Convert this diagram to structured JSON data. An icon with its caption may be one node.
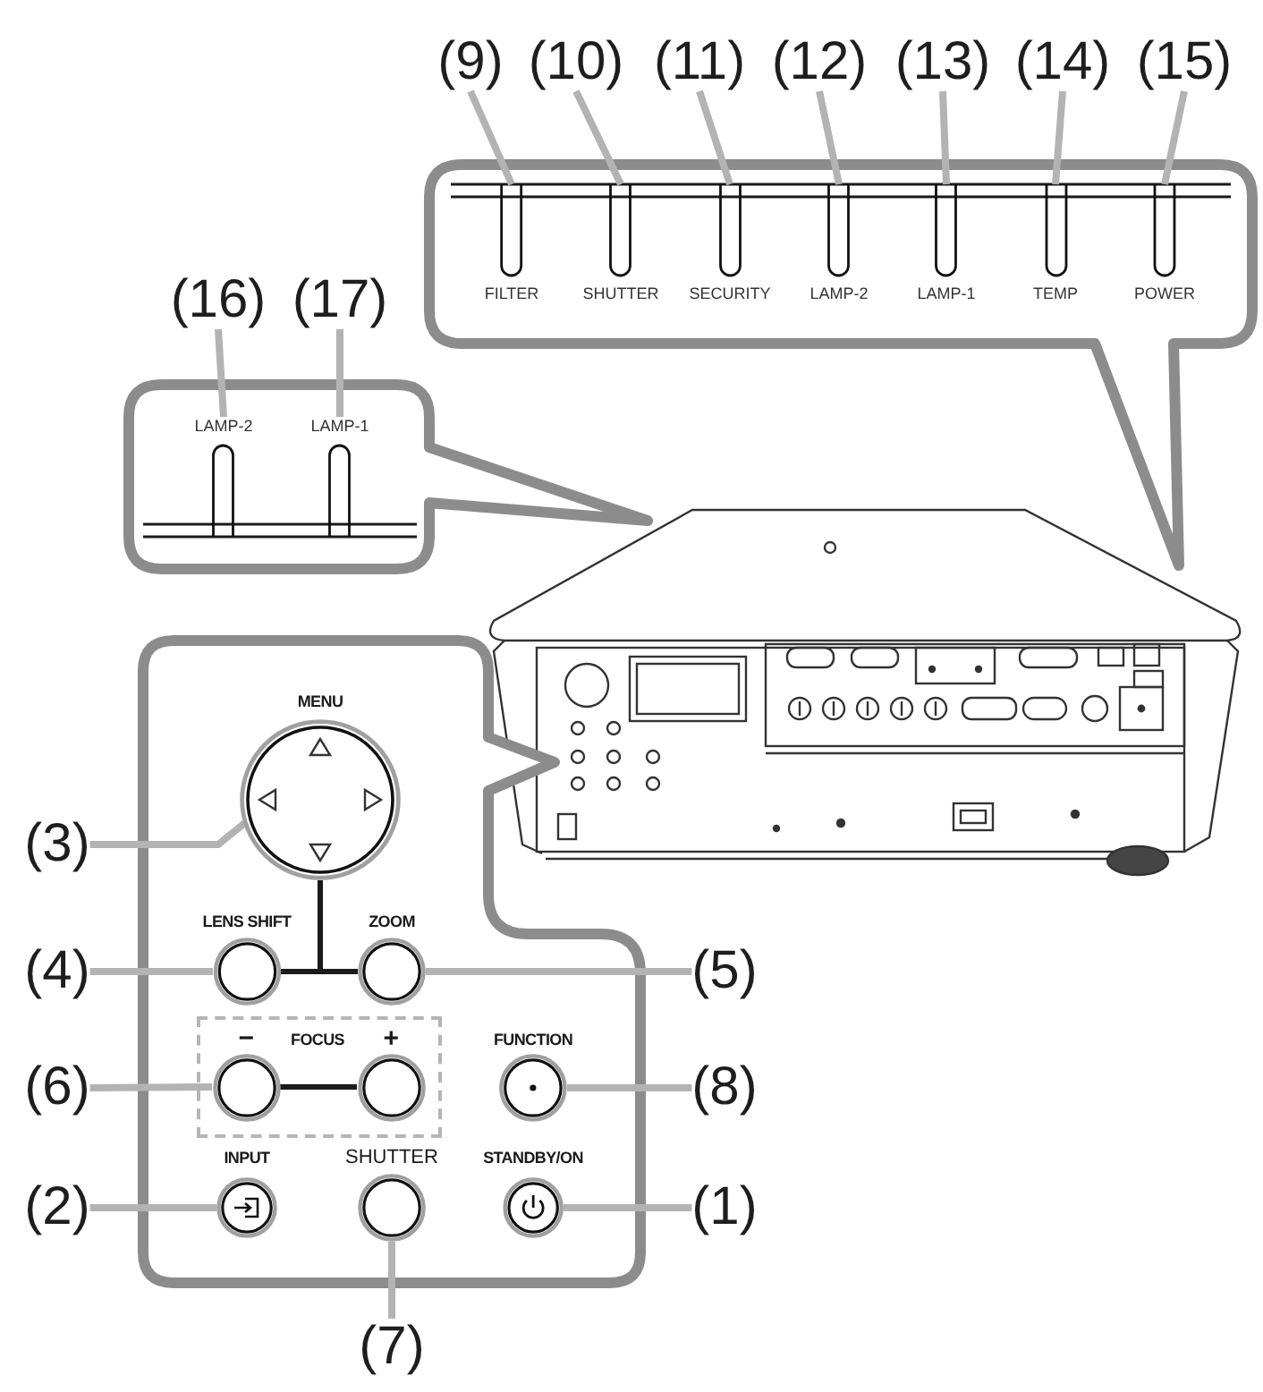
{
  "diagram": {
    "nodes": [
      {
        "text": [
          "(9)"
        ]
      },
      {
        "text": [
          "(10)"
        ]
      },
      {
        "text": [
          "(11)"
        ]
      },
      {
        "text": [
          "(12)"
        ]
      },
      {
        "text": [
          "(13)"
        ]
      },
      {
        "text": [
          "(14)"
        ]
      },
      {
        "text": [
          "(15)"
        ]
      },
      {
        "text": [],
        "shape": "callout"
      },
      {
        "text": [
          "FILTER"
        ],
        "in": 7
      },
      {
        "text": [
          "SHUTTER"
        ],
        "in": 7
      },
      {
        "text": [
          "SECURITY"
        ],
        "in": 7
      },
      {
        "text": [
          "LAMP-2"
        ],
        "in": 7
      },
      {
        "text": [
          "LAMP-1"
        ],
        "in": 7
      },
      {
        "text": [
          "TEMP"
        ],
        "in": 7
      },
      {
        "text": [
          "POWER"
        ],
        "in": 7
      },
      {
        "text": [
          "(16)"
        ]
      },
      {
        "text": [
          "(17)"
        ]
      },
      {
        "text": [],
        "shape": "callout"
      },
      {
        "text": [
          "LAMP-2"
        ],
        "in": 17
      },
      {
        "text": [
          "LAMP-1"
        ],
        "in": 17
      },
      {
        "text": [],
        "shape": "callout"
      },
      {
        "text": [
          "(3)"
        ]
      },
      {
        "text": [
          "MENU"
        ],
        "in": 20
      },
      {
        "text": [
          "(4)"
        ]
      },
      {
        "text": [
          "LENS SHIFT"
        ],
        "in": 20
      },
      {
        "text": [
          "ZOOM"
        ],
        "in": 20
      },
      {
        "text": [
          "(5)"
        ]
      },
      {
        "text": [
          "(6)"
        ]
      },
      {
        "text": [
          "FOCUS"
        ],
        "in": 20
      },
      {
        "text": [
          "−"
        ],
        "in": 28
      },
      {
        "text": [
          "+"
        ],
        "in": 28
      },
      {
        "text": [
          "FUNCTION"
        ],
        "in": 20
      },
      {
        "text": [
          "(8)"
        ]
      },
      {
        "text": [
          "(2)"
        ]
      },
      {
        "text": [
          "INPUT"
        ],
        "in": 20
      },
      {
        "text": [
          "SHUTTER"
        ],
        "in": 20
      },
      {
        "text": [
          "STANDBY/ON"
        ],
        "in": 20
      },
      {
        "text": [
          "(1)"
        ]
      },
      {
        "text": [
          "(7)"
        ]
      }
    ],
    "edges": [
      {
        "from": 0,
        "to": 8,
        "arrow": "none"
      },
      {
        "from": 1,
        "to": 9,
        "arrow": "none"
      },
      {
        "from": 2,
        "to": 10,
        "arrow": "none"
      },
      {
        "from": 3,
        "to": 11,
        "arrow": "none"
      },
      {
        "from": 4,
        "to": 12,
        "arrow": "none"
      },
      {
        "from": 5,
        "to": 13,
        "arrow": "none"
      },
      {
        "from": 6,
        "to": 14,
        "arrow": "none"
      },
      {
        "from": 15,
        "to": 18,
        "arrow": "none"
      },
      {
        "from": 16,
        "to": 19,
        "arrow": "none"
      },
      {
        "from": 21,
        "to": 22,
        "arrow": "none"
      },
      {
        "from": 23,
        "to": 24,
        "arrow": "none"
      },
      {
        "from": 26,
        "to": 25,
        "arrow": "none"
      },
      {
        "from": 22,
        "to": 24,
        "arrow": "none",
        "color": "#1a1a1a"
      },
      {
        "from": 22,
        "to": 25,
        "arrow": "none",
        "color": "#1a1a1a"
      },
      {
        "from": 27,
        "to": 29,
        "arrow": "none"
      },
      {
        "from": 29,
        "to": 30,
        "arrow": "none",
        "color": "#1a1a1a"
      },
      {
        "from": 32,
        "to": 31,
        "arrow": "none"
      },
      {
        "from": 33,
        "to": 34,
        "arrow": "none"
      },
      {
        "from": 37,
        "to": 36,
        "arrow": "none"
      },
      {
        "from": 38,
        "to": 35,
        "arrow": "none"
      }
    ]
  }
}
